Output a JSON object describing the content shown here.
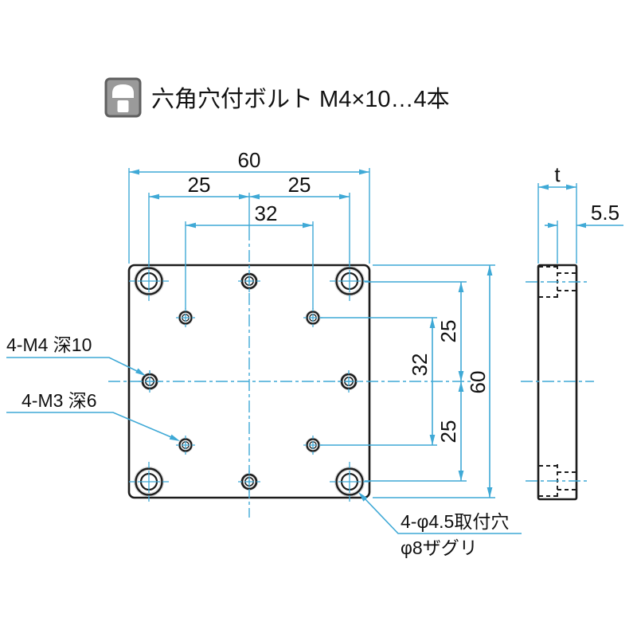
{
  "header": {
    "icon": "hex-socket-bolt-icon",
    "title": "六角穴付ボルト M4×10…4本"
  },
  "front_view": {
    "top_dims": {
      "total_width": "60",
      "left_pitch": "25",
      "right_pitch": "25",
      "inner_pitch": "32"
    },
    "right_dims": {
      "top_pitch": "25",
      "inner_pitch": "32",
      "bottom_pitch": "25",
      "total_height": "60"
    },
    "labels": {
      "m4_holes": "4-M4 深10",
      "m3_holes": "4-M3 深6",
      "mounting_holes": "4-φ4.5取付穴",
      "counterbore": "φ8ザグリ"
    }
  },
  "side_view": {
    "thickness": "t",
    "counterbore_offset": "5.5"
  },
  "colors": {
    "dimension_blue": "#3fa9d6",
    "outline_black": "#1c1c1c",
    "icon_gray": "#9a9a9a",
    "icon_border_gray": "#5f5f5f",
    "text_black": "#111111"
  }
}
